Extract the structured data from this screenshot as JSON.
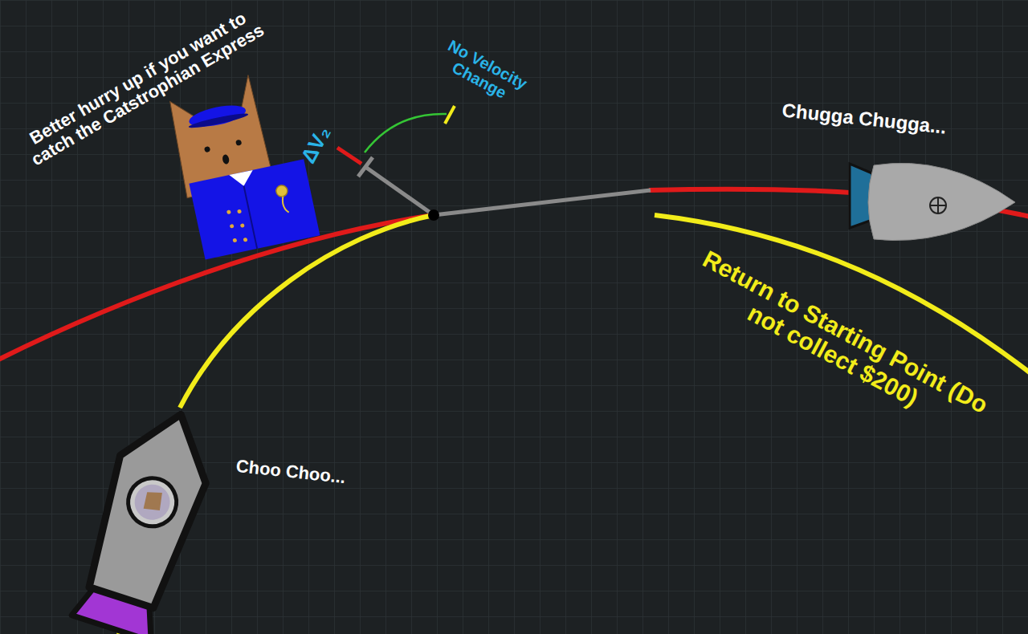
{
  "diagram": {
    "labels": [
      "Better hurry up if you want to catch the Catstrophian Express",
      "No Velocity Change",
      "ΔV₂",
      "Chugga Chugga...",
      "Choo Choo...",
      "Return to Starting Point (Do not collect $200)"
    ]
  }
}
